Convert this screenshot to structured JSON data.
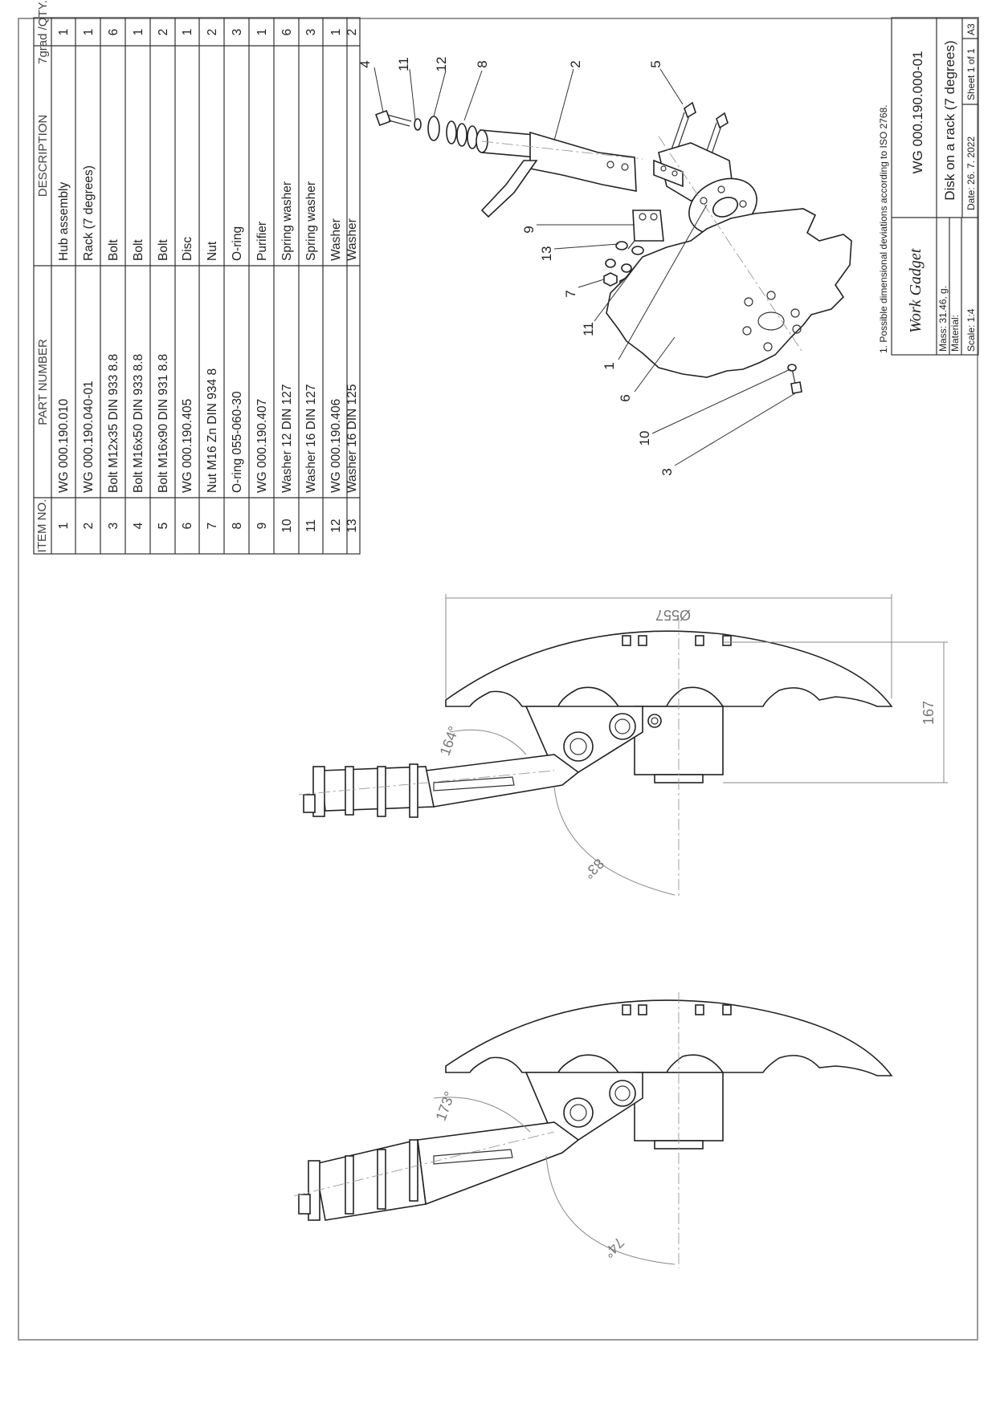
{
  "bom": {
    "headers": {
      "item": "ITEM NO.",
      "part_number": "PART NUMBER",
      "description": "DESCRIPTION",
      "qty": "7grad /QTY."
    },
    "rows": [
      {
        "item": "1",
        "part_number": "WG 000.190.010",
        "description": "Hub assembly",
        "qty": "1"
      },
      {
        "item": "2",
        "part_number": "WG 000.190.040-01",
        "description": "Rack (7 degrees)",
        "qty": "1"
      },
      {
        "item": "3",
        "part_number": "Bolt M12x35 DIN 933 8.8",
        "description": "Bolt",
        "qty": "6"
      },
      {
        "item": "4",
        "part_number": "Bolt M16x50 DIN 933 8.8",
        "description": "Bolt",
        "qty": "1"
      },
      {
        "item": "5",
        "part_number": "Bolt M16x90 DIN 931 8.8",
        "description": "Bolt",
        "qty": "2"
      },
      {
        "item": "6",
        "part_number": "WG 000.190.405",
        "description": "Disc",
        "qty": "1"
      },
      {
        "item": "7",
        "part_number": "Nut M16 Zn DIN 934 8",
        "description": "Nut",
        "qty": "2"
      },
      {
        "item": "8",
        "part_number": "O-ring 055-060-30",
        "description": "O-ring",
        "qty": "3"
      },
      {
        "item": "9",
        "part_number": "WG 000.190.407",
        "description": "Purifier",
        "qty": "1"
      },
      {
        "item": "10",
        "part_number": "Washer 12 DIN 127",
        "description": "Spring washer",
        "qty": "6"
      },
      {
        "item": "11",
        "part_number": "Washer 16 DIN 127",
        "description": "Spring washer",
        "qty": "3"
      },
      {
        "item": "12",
        "part_number": "WG 000.190.406",
        "description": "Washer",
        "qty": "1"
      },
      {
        "item": "13",
        "part_number": "Washer 16 DIN 125",
        "description": "Washer",
        "qty": "2"
      }
    ]
  },
  "balloons": [
    "4",
    "11",
    "12",
    "8",
    "2",
    "5",
    "9",
    "13",
    "7",
    "11",
    "1",
    "6",
    "10",
    "3"
  ],
  "dimensions": {
    "diameter": "Ø557",
    "height": "167",
    "angle_view1_a": "164°",
    "angle_view1_b": "83°",
    "angle_view2_a": "173°",
    "angle_view2_b": "74°"
  },
  "note": "1. Possible dimensional deviations according to ISO 2768.",
  "title_block": {
    "company": "Work Gadget",
    "drawing_number": "WG 000.190.000-01",
    "title": "Disk on a rack (7 degrees)",
    "mass": "Mass: 31.46, g.",
    "material": "Material:",
    "scale": "Scale: 1:4",
    "date": "Date: 26. 7. 2022",
    "sheet": "Sheet 1 of 1",
    "size": "A3"
  }
}
